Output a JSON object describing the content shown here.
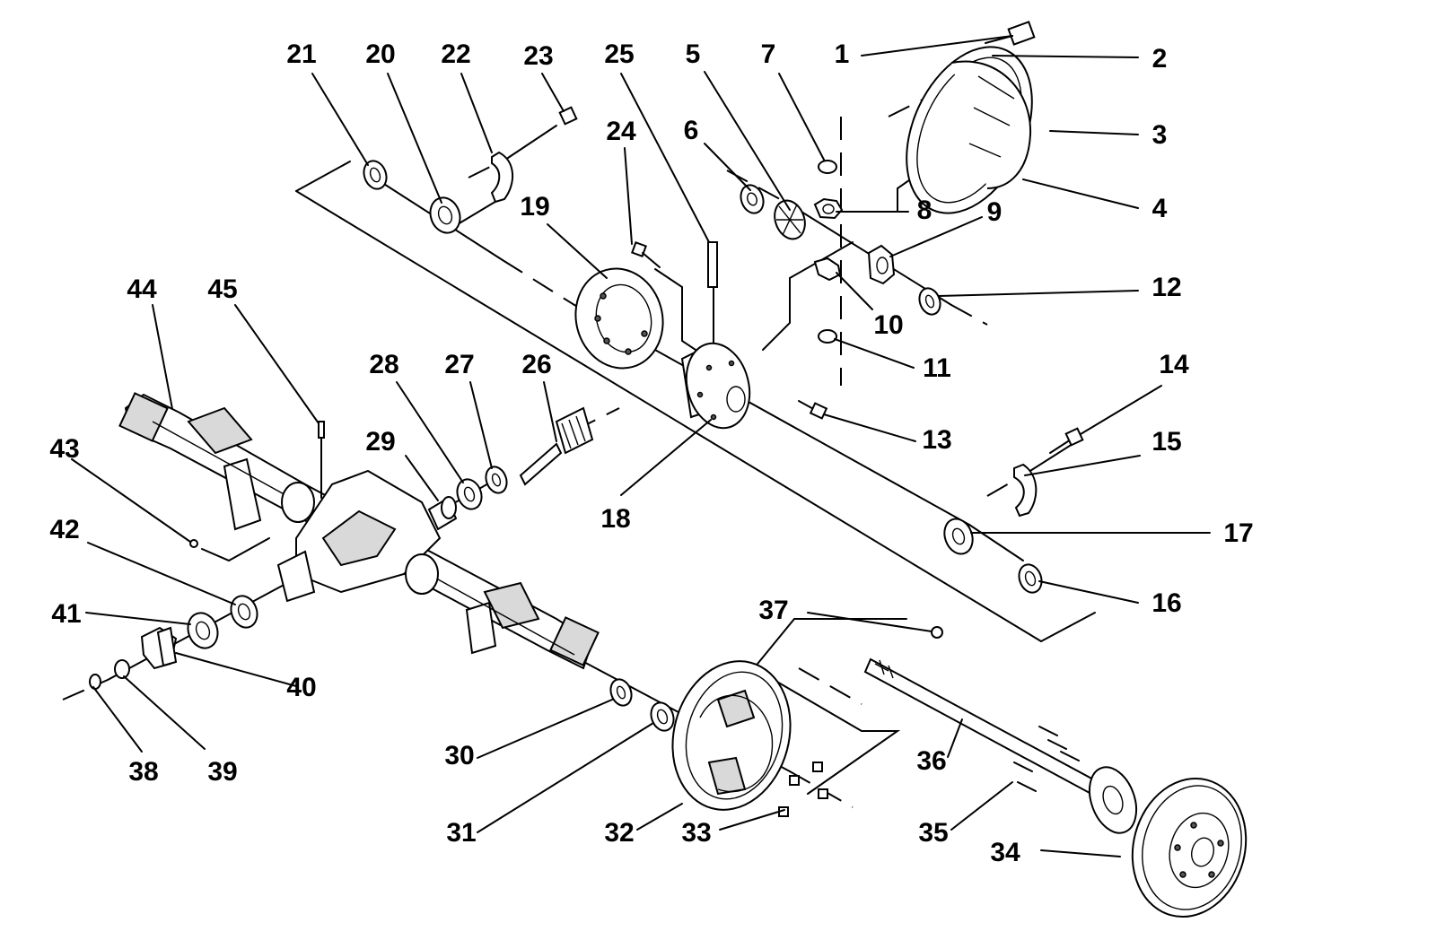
{
  "callouts": [
    {
      "n": "1"
    },
    {
      "n": "2"
    },
    {
      "n": "3"
    },
    {
      "n": "4"
    },
    {
      "n": "5"
    },
    {
      "n": "6"
    },
    {
      "n": "7"
    },
    {
      "n": "8"
    },
    {
      "n": "9"
    },
    {
      "n": "10"
    },
    {
      "n": "11"
    },
    {
      "n": "12"
    },
    {
      "n": "13"
    },
    {
      "n": "14"
    },
    {
      "n": "15"
    },
    {
      "n": "16"
    },
    {
      "n": "17"
    },
    {
      "n": "18"
    },
    {
      "n": "19"
    },
    {
      "n": "20"
    },
    {
      "n": "21"
    },
    {
      "n": "22"
    },
    {
      "n": "23"
    },
    {
      "n": "24"
    },
    {
      "n": "25"
    },
    {
      "n": "26"
    },
    {
      "n": "27"
    },
    {
      "n": "28"
    },
    {
      "n": "29"
    },
    {
      "n": "30"
    },
    {
      "n": "31"
    },
    {
      "n": "32"
    },
    {
      "n": "33"
    },
    {
      "n": "34"
    },
    {
      "n": "35"
    },
    {
      "n": "36"
    },
    {
      "n": "37"
    },
    {
      "n": "38"
    },
    {
      "n": "39"
    },
    {
      "n": "40"
    },
    {
      "n": "41"
    },
    {
      "n": "42"
    },
    {
      "n": "43"
    },
    {
      "n": "44"
    },
    {
      "n": "45"
    }
  ]
}
